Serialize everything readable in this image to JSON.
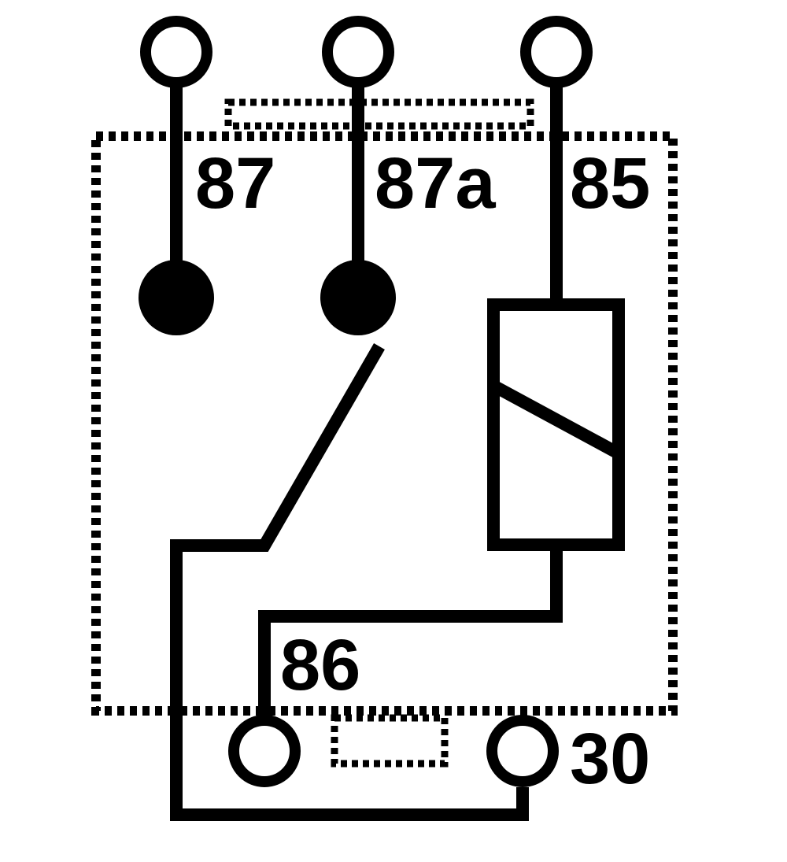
{
  "diagram": {
    "labels": {
      "pin_87": "87",
      "pin_87a": "87a",
      "pin_85": "85",
      "pin_86": "86",
      "pin_30": "30"
    },
    "colors": {
      "line": "#000000",
      "background": "#ffffff"
    }
  }
}
